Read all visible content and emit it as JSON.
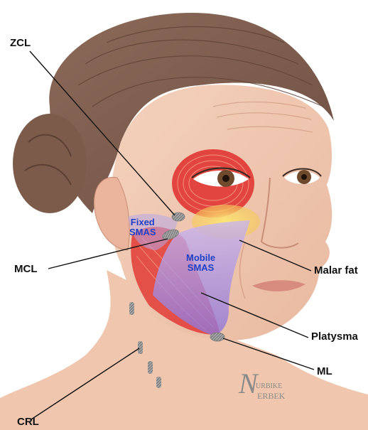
{
  "labels": {
    "zcl": "ZCL",
    "mcl": "MCL",
    "crl": "CRL",
    "malar_fat": "Malar fat",
    "platysma": "Platysma",
    "ml": "ML"
  },
  "regions": {
    "fixed_smas": [
      "Fixed",
      "SMAS"
    ],
    "mobile_smas": [
      "Mobile",
      "SMAS"
    ]
  },
  "signature": {
    "initial": "N",
    "line1": "URBIKE",
    "line2": "ERBEK"
  },
  "colors": {
    "label_text": "#111111",
    "region_text": "#1f3fc4",
    "muscle_red": "#e2453f",
    "malar_fat_yellow": "#f6d84a",
    "smas_purple": "#9a8ee0",
    "ligament_gray": "#8e8e8e"
  }
}
